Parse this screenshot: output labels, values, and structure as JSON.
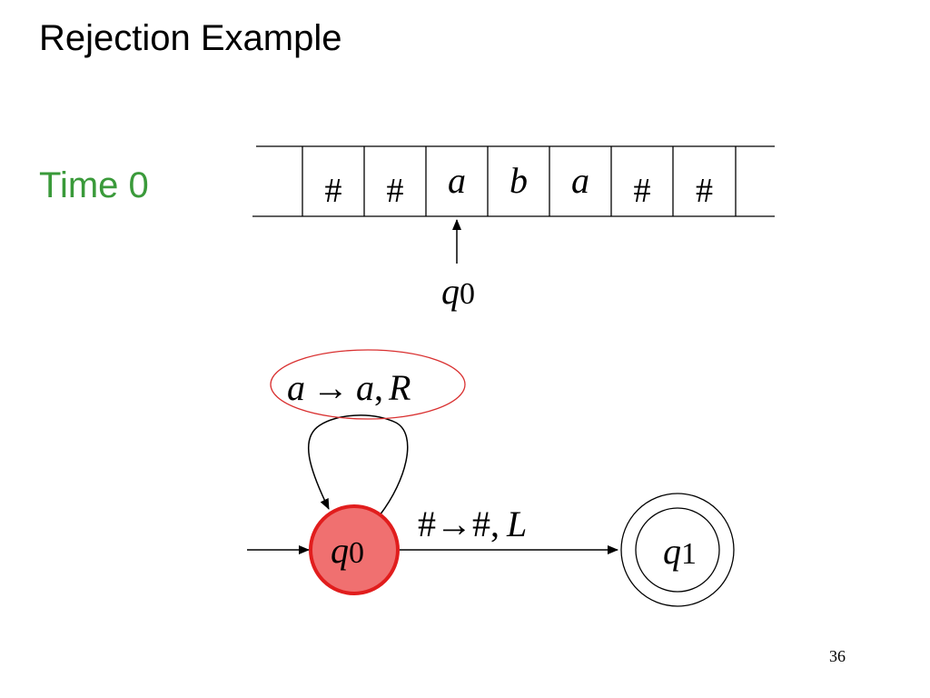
{
  "slide": {
    "title": "Rejection Example",
    "time_label": "Time 0",
    "page_number": "36"
  },
  "colors": {
    "time_label": "#3a9a3a",
    "active_state_fill": "#f07070",
    "active_state_stroke": "#e11d1d",
    "highlight_ellipse": "#d93030",
    "ink": "#000000"
  },
  "tape": {
    "cells": [
      {
        "symbol": "",
        "italic": false
      },
      {
        "symbol": "#",
        "italic": false
      },
      {
        "symbol": "#",
        "italic": false
      },
      {
        "symbol": "a",
        "italic": true
      },
      {
        "symbol": "b",
        "italic": true
      },
      {
        "symbol": "a",
        "italic": true
      },
      {
        "symbol": "#",
        "italic": false
      },
      {
        "symbol": "#",
        "italic": false
      },
      {
        "symbol": "",
        "italic": false
      }
    ],
    "head_cell_index": 3,
    "head_state": {
      "name": "q",
      "sub": "0"
    }
  },
  "automaton": {
    "states": [
      {
        "id": "q0",
        "name": "q",
        "sub": "0",
        "initial": true,
        "accepting": false,
        "active": true
      },
      {
        "id": "q1",
        "name": "q",
        "sub": "1",
        "initial": false,
        "accepting": true,
        "active": false
      }
    ],
    "transitions": [
      {
        "from": "q0",
        "to": "q0",
        "read": "a",
        "write": "a",
        "move": "R",
        "highlighted": true
      },
      {
        "from": "q0",
        "to": "q1",
        "read": "#",
        "write": "#",
        "move": "L",
        "highlighted": false
      }
    ]
  }
}
